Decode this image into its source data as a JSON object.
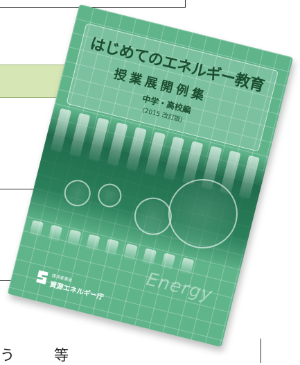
{
  "background": {
    "partial_text": "う　等"
  },
  "book": {
    "title": "はじめてのエネルギー教育",
    "subtitle": "授業展開例集",
    "edition": "中学・高校編",
    "edition_year": "(2015 改訂版)",
    "publisher_small": "経済産業省",
    "publisher": "資源エネルギー庁",
    "background_word": "Energy",
    "colors": {
      "cover_green": "#5fb48a",
      "title_text": "#1a4d2e",
      "band_green": "#d6e6b4"
    }
  }
}
